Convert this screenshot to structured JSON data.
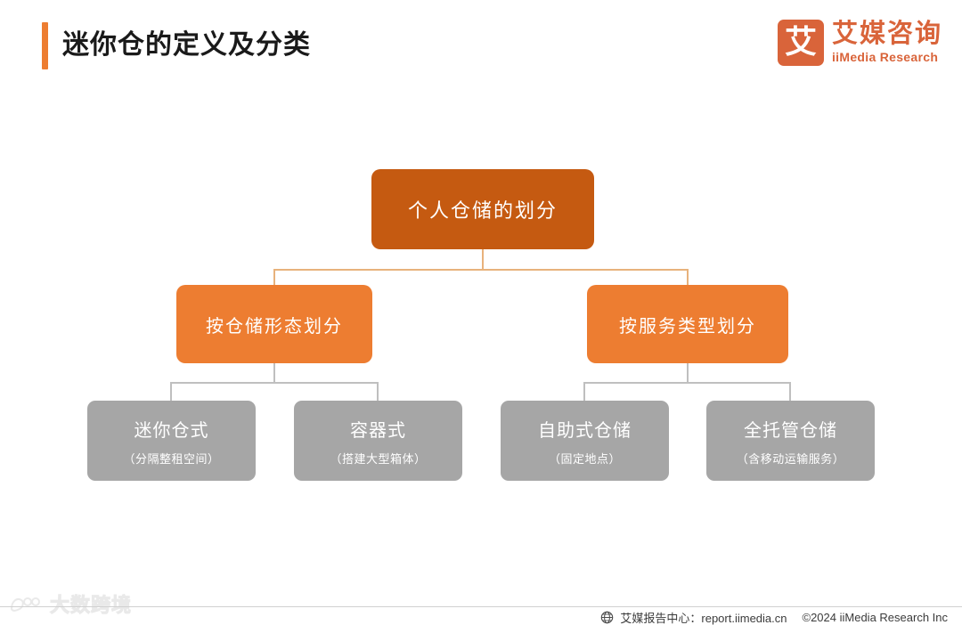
{
  "header": {
    "title": "迷你仓的定义及分类",
    "accent_color": "#ED7D31"
  },
  "logo": {
    "mark_char": "艾",
    "name_cn": "艾媒咨询",
    "name_en": "iiMedia Research",
    "color": "#D9643A"
  },
  "diagram": {
    "type": "tree",
    "root": {
      "label": "个人仓储的划分",
      "color": "#C55A11"
    },
    "branches": [
      {
        "label": "按仓储形态划分",
        "color": "#ED7D31",
        "children": [
          {
            "label": "迷你仓式",
            "sublabel": "（分隔整租空间）",
            "color": "#A6A6A6"
          },
          {
            "label": "容器式",
            "sublabel": "（搭建大型箱体）",
            "color": "#A6A6A6"
          }
        ]
      },
      {
        "label": "按服务类型划分",
        "color": "#ED7D31",
        "children": [
          {
            "label": "自助式仓储",
            "sublabel": "（固定地点）",
            "color": "#A6A6A6"
          },
          {
            "label": "全托管仓储",
            "sublabel": "（含移动运输服务）",
            "color": "#A6A6A6"
          }
        ]
      }
    ]
  },
  "footer": {
    "globe_icon": "globe-icon",
    "report_center": "艾媒报告中心：report.iimedia.cn",
    "copyright": "©2024  iiMedia Research Inc"
  },
  "watermark": {
    "text": "大数跨境"
  }
}
